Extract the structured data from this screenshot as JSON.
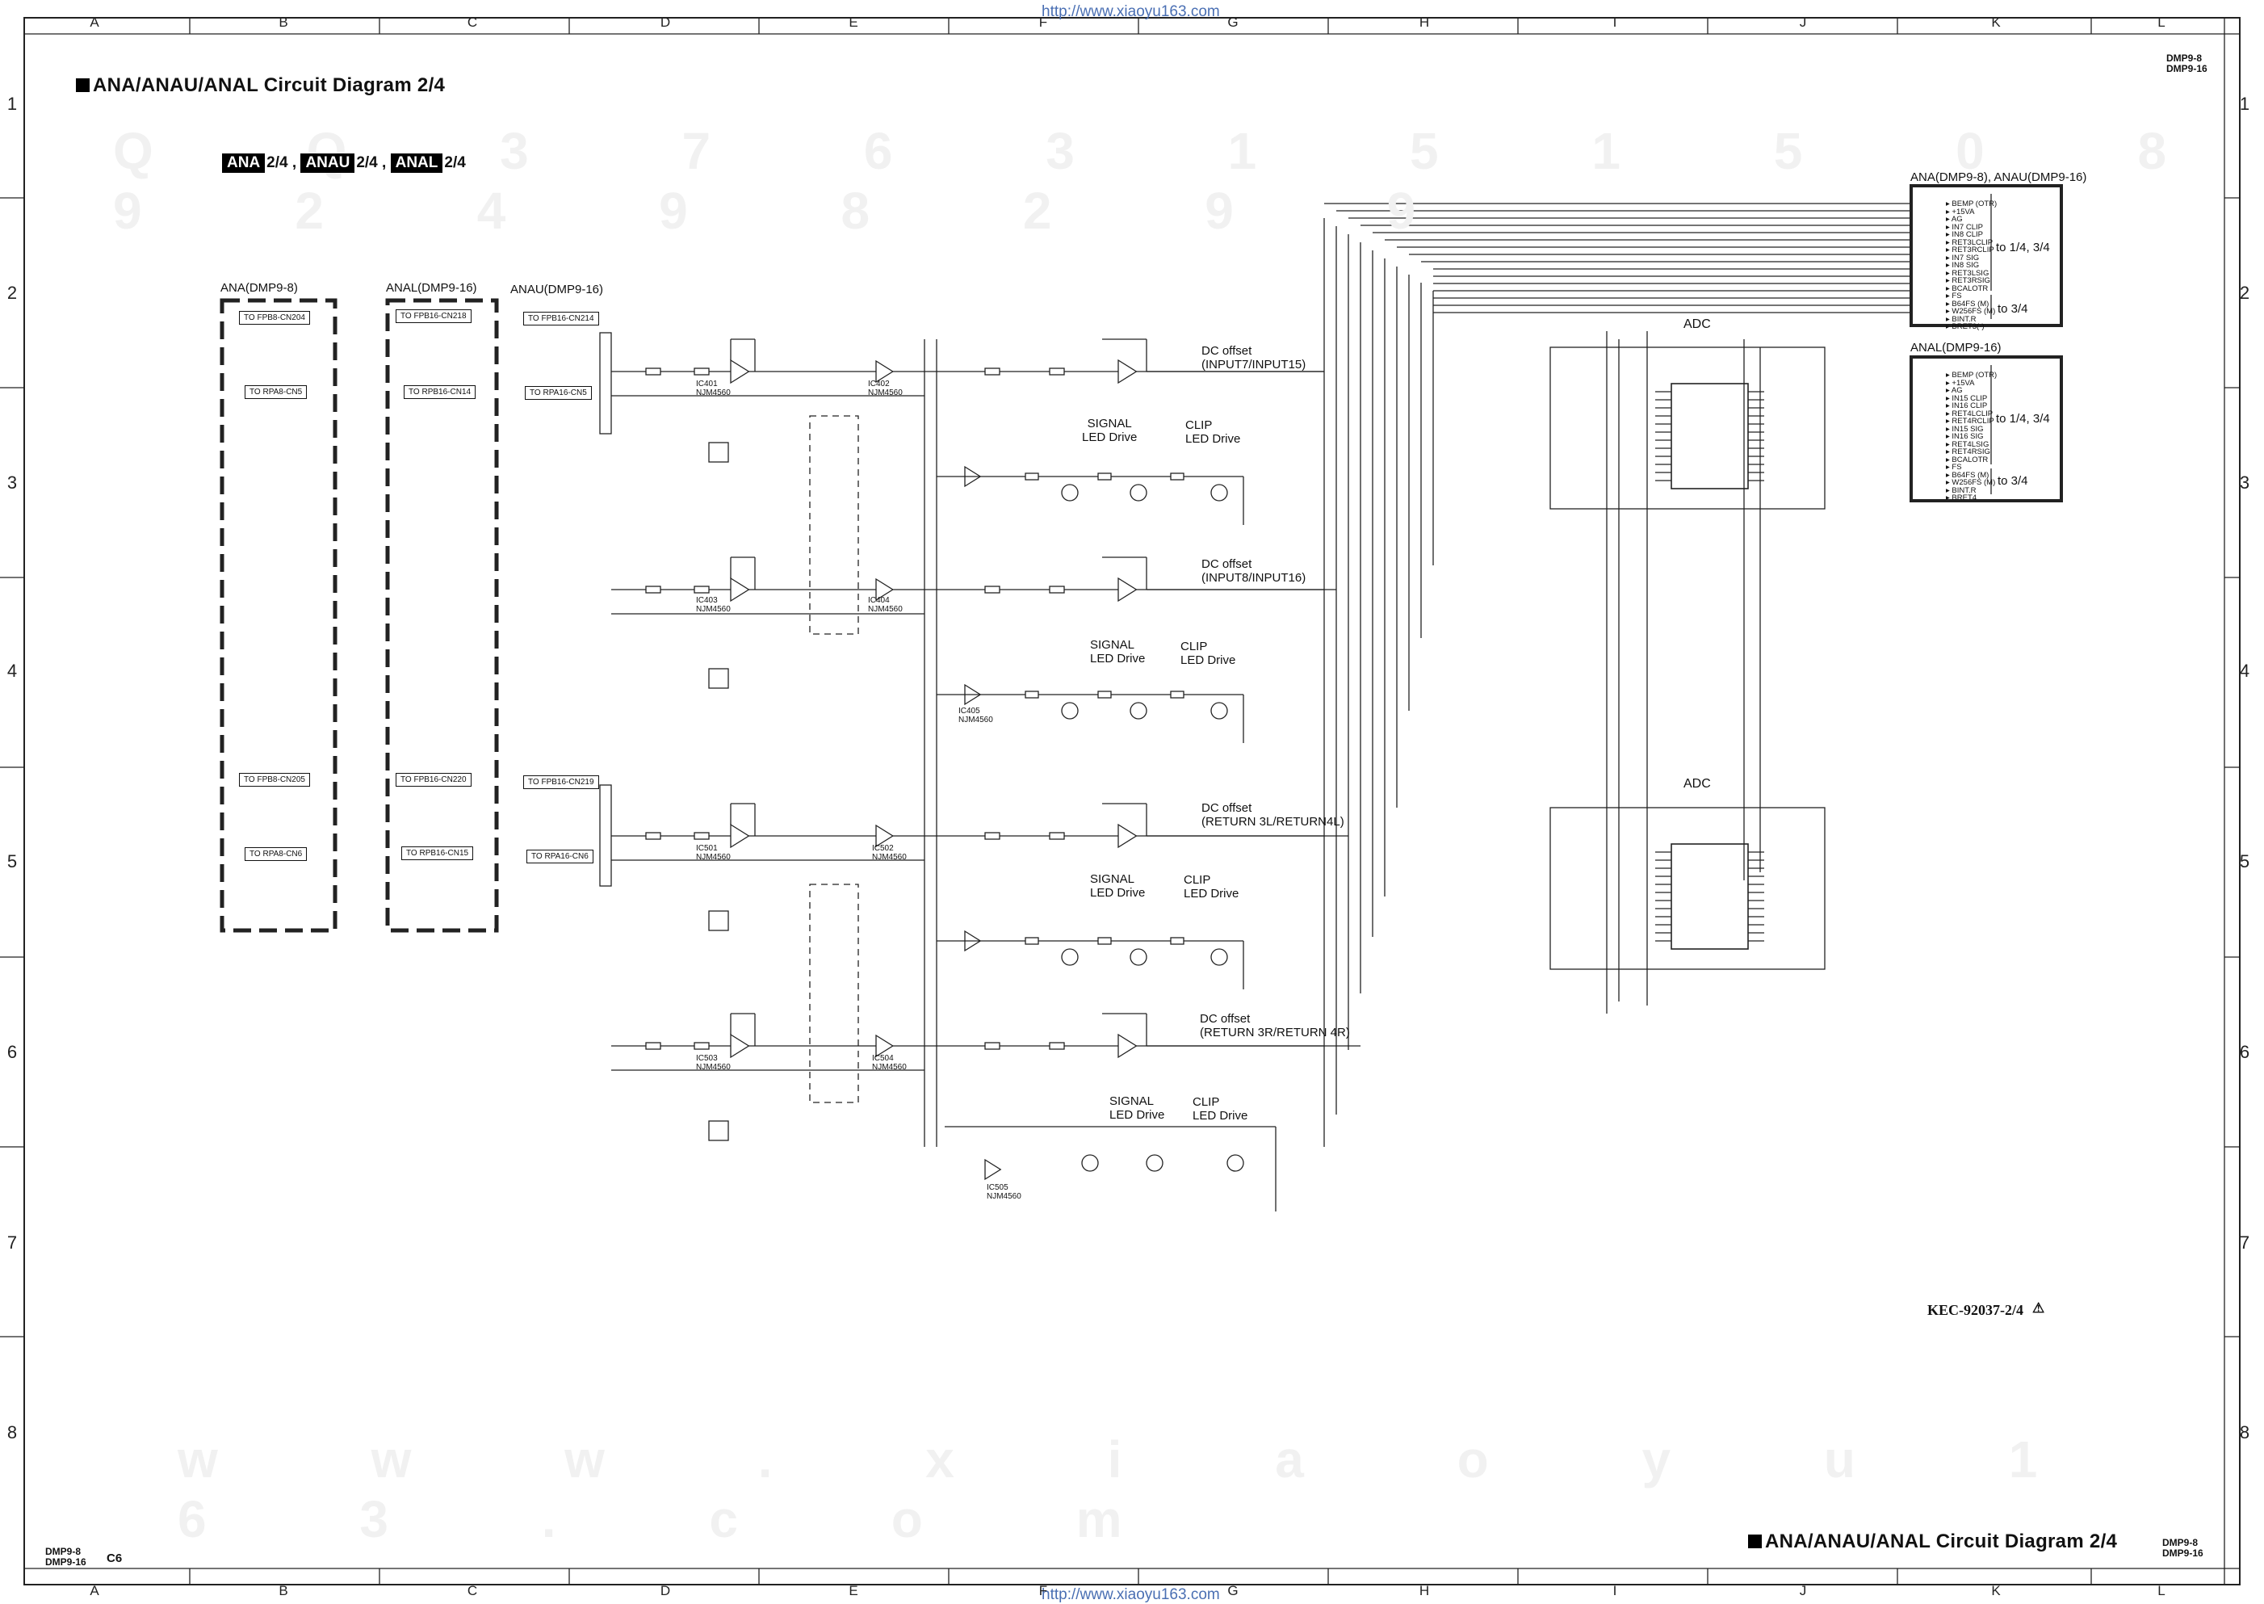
{
  "page": {
    "title": "ANA/ANAU/ANAL Circuit Diagram 2/4",
    "bottom_title": "ANA/ANAU/ANAL Circuit Diagram 2/4",
    "model_top": [
      "DMP9-8",
      "DMP9-16"
    ],
    "model_bottom_left": [
      "DMP9-8",
      "DMP9-16"
    ],
    "page_code": "C6",
    "model_bottom_right": [
      "DMP9-8",
      "DMP9-16"
    ],
    "doc_number": "KEC-92037-2/4",
    "url": "http://www.xiaoyu163.com",
    "watermark_top": "Q  Q  3  7  6  3  1  5  1  5  0     8  9  2  4  9  8  2  9  9",
    "watermark_bottom": "w  w  w  .  x  i  a  o  y  u  1  6  3  .  c  o  m"
  },
  "tags": [
    {
      "name": "ANA",
      "suffix": "2/4 ,"
    },
    {
      "name": "ANAU",
      "suffix": "2/4 ,"
    },
    {
      "name": "ANAL",
      "suffix": "2/4"
    }
  ],
  "grid": {
    "columns": [
      "A",
      "B",
      "C",
      "D",
      "E",
      "F",
      "G",
      "H",
      "I",
      "J",
      "K",
      "L"
    ],
    "rows": [
      "1",
      "2",
      "3",
      "4",
      "5",
      "6",
      "7",
      "8"
    ]
  },
  "connector_groups": {
    "ana": {
      "title": "ANA(DMP9-8)",
      "connectors": [
        "TO FPB8-CN204",
        "TO RPA8-CN5",
        "TO FPB8-CN205",
        "TO RPA8-CN6"
      ]
    },
    "anal": {
      "title": "ANAL(DMP9-16)",
      "connectors": [
        "TO FPB16-CN218",
        "TO RPB16-CN14",
        "TO FPB16-CN220",
        "TO RPB16-CN15"
      ]
    },
    "anau": {
      "title": "ANAU(DMP9-16)",
      "connectors": [
        "TO FPB16-CN214",
        "TO RPA16-CN5",
        "TO FPB16-CN219",
        "TO RPA16-CN6"
      ]
    }
  },
  "blocks": {
    "dc_offset_1": [
      "DC offset",
      "(INPUT7/INPUT15)"
    ],
    "dc_offset_2": [
      "DC offset",
      "(INPUT8/INPUT16)"
    ],
    "dc_offset_3": [
      "DC offset",
      "(RETURN 3L/RETURN4L)"
    ],
    "dc_offset_4": [
      "DC offset",
      "(RETURN 3R/RETURN 4R)"
    ],
    "signal_led": [
      "SIGNAL",
      "LED Drive"
    ],
    "clip_led": [
      "CLIP",
      "LED Drive"
    ],
    "adc": "ADC"
  },
  "ics": [
    "IC401",
    "IC402",
    "IC403",
    "IC404",
    "IC405",
    "IC501",
    "IC502",
    "IC503",
    "IC504",
    "IC505"
  ],
  "ic_part": "NJM4560",
  "right_panel": {
    "box1_title": "ANA(DMP9-8),  ANAU(DMP9-16)",
    "box1_pins": [
      "BEMP (OTR)",
      "+15VA",
      "AG",
      "IN7 CLIP",
      "IN8 CLIP",
      "RET3LCLIP",
      "RET3RCLIP",
      "IN7 SIG",
      "IN8 SIG",
      "RET3LSIG",
      "RET3RSIG",
      "BCALOTR",
      "FS",
      "B64FS (M)",
      "W256FS (M)",
      "BINT.R",
      "BRET3(-)"
    ],
    "box1_to_a": "to 1/4, 3/4",
    "box1_to_b": "to 3/4",
    "box2_title": "ANAL(DMP9-16)",
    "box2_pins": [
      "BEMP (OTR)",
      "+15VA",
      "AG",
      "IN15 CLIP",
      "IN16 CLIP",
      "RET4LCLIP",
      "RET4RCLIP",
      "IN15 SIG",
      "IN16 SIG",
      "RET4LSIG",
      "RET4RSIG",
      "BCALOTR",
      "FS",
      "B64FS (M)",
      "W256FS (M)",
      "BINT.R",
      "BRET4"
    ],
    "box2_to_a": "to 1/4, 3/4",
    "box2_to_b": "to 3/4"
  }
}
